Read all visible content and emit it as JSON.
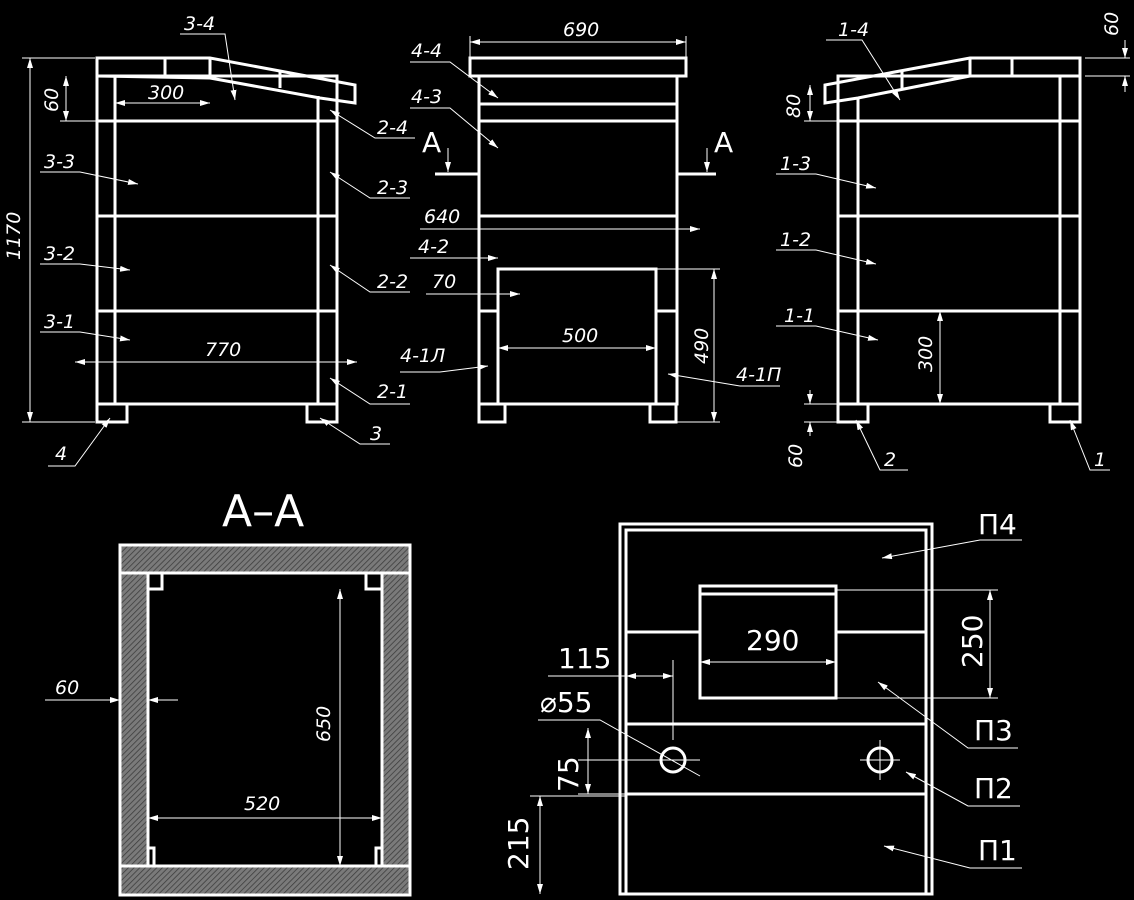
{
  "front": {
    "dims": {
      "height_total": "1170",
      "roof_drop": "60",
      "roof_overhang": "300",
      "width_total": "770"
    },
    "labels": {
      "l34": "3-4",
      "l33": "3-3",
      "l32": "3-2",
      "l31": "3-1",
      "l24": "2-4",
      "l23": "2-3",
      "l22": "2-2",
      "l21": "2-1",
      "l4": "4",
      "l3": "3"
    }
  },
  "middle": {
    "dims": {
      "width_top": "690",
      "width_inner": "640",
      "offset": "70",
      "opening": "500",
      "height": "490"
    },
    "labels": {
      "l44": "4-4",
      "l43": "4-3",
      "l42": "4-2",
      "l41l": "4-1Л",
      "l41p": "4-1П"
    },
    "section_mark": "A"
  },
  "side": {
    "dims": {
      "top": "60",
      "roof": "80",
      "bottom_span": "300",
      "leg": "60"
    },
    "labels": {
      "l14": "1-4",
      "l13": "1-3",
      "l12": "1-2",
      "l11": "1-1",
      "l2": "2",
      "l1": "1"
    }
  },
  "section": {
    "title": "A–A",
    "dims": {
      "wall": "60",
      "depth": "650",
      "width": "520"
    }
  },
  "panel": {
    "dims": {
      "w290": "290",
      "h250": "250",
      "d115": "115",
      "hole": "⌀55",
      "d75": "75",
      "d215": "215"
    },
    "labels": {
      "p4": "П4",
      "p3": "П3",
      "p2": "П2",
      "p1": "П1"
    }
  }
}
